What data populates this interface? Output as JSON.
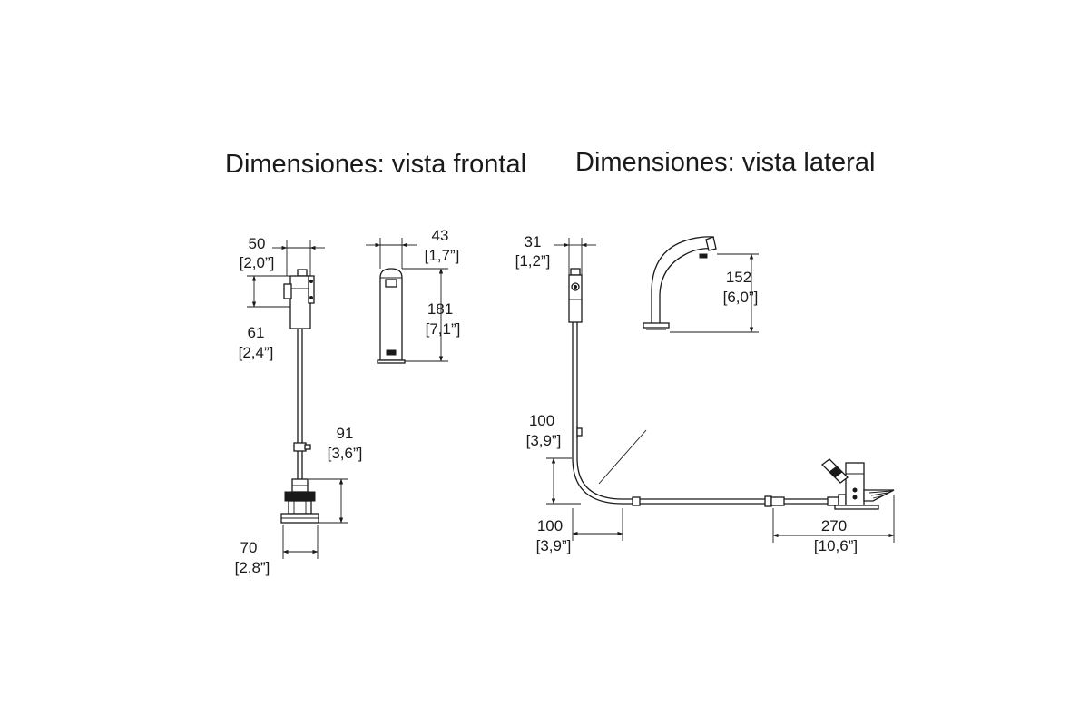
{
  "titles": {
    "front": "Dimensiones: vista frontal",
    "side": "Dimensiones: vista lateral"
  },
  "front_view": {
    "dim_width_top": {
      "value": "50",
      "inches": "[2,0”]"
    },
    "dim_valve_height": {
      "value": "61",
      "inches": "[2,4”]"
    },
    "dim_lower_height": {
      "value": "91",
      "inches": "[3,6”]"
    },
    "dim_base_width": {
      "value": "70",
      "inches": "[2,8”]"
    },
    "dim_spout_width": {
      "value": "43",
      "inches": "[1,7”]"
    },
    "dim_spout_height": {
      "value": "181",
      "inches": "[7,1”]"
    }
  },
  "side_view": {
    "dim_top_width": {
      "value": "31",
      "inches": "[1,2”]"
    },
    "dim_spout_height": {
      "value": "152",
      "inches": "[6,0”]"
    },
    "dim_bend_vertical": {
      "value": "100",
      "inches": "[3,9”]"
    },
    "dim_bend_horizontal": {
      "value": "100",
      "inches": "[3,9”]"
    },
    "dim_horizontal_run": {
      "value": "270",
      "inches": "[10,6”]"
    }
  },
  "colors": {
    "line": "#1a1a1a",
    "background": "#ffffff"
  }
}
